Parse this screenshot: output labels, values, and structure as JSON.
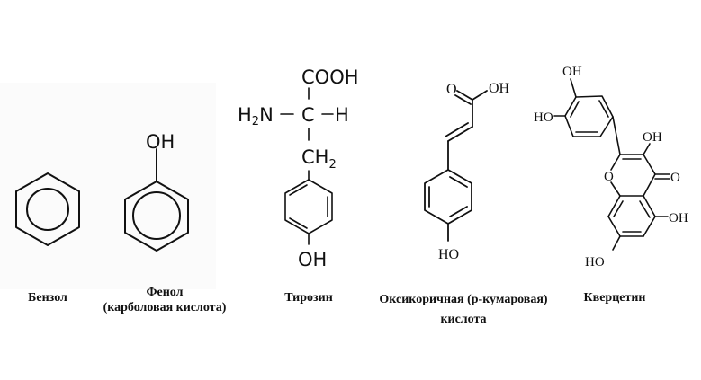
{
  "figure": {
    "title": "",
    "compounds": [
      {
        "id": "benzene",
        "name": "Бензол",
        "subtitle": "",
        "atom_labels": []
      },
      {
        "id": "phenol",
        "name": "Фенол",
        "subtitle": "(карболовая кислота)",
        "atom_labels": [
          "OH"
        ]
      },
      {
        "id": "tyrosine",
        "name": "Тирозин",
        "subtitle": "",
        "atom_labels": [
          "COOH",
          "H",
          "N",
          "2",
          "C",
          "H",
          "CH",
          "2",
          "OH"
        ]
      },
      {
        "id": "p-coumaric-acid",
        "name": "Оксикоричная (р-кумаровая)",
        "subtitle": "кислота",
        "atom_labels": [
          "O",
          "OH",
          "HO"
        ]
      },
      {
        "id": "quercetin",
        "name": "Кверцетин",
        "subtitle": "",
        "atom_labels": [
          "OH",
          "HO",
          "OH",
          "O",
          "O",
          "OH",
          "HO"
        ]
      }
    ]
  },
  "colors": {
    "background": "#ffffff",
    "ink": "#111111",
    "panel": "#fbfbfb"
  }
}
